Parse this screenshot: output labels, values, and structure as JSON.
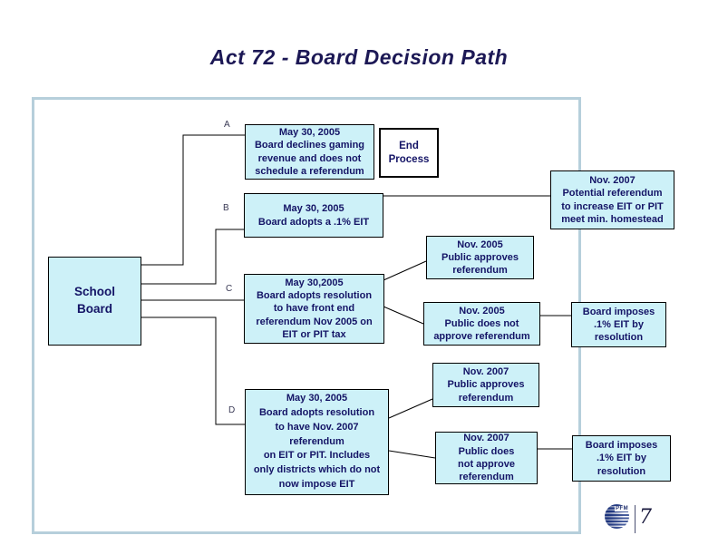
{
  "title": "Act 72 - Board Decision Path",
  "branch_labels": [
    "A",
    "B",
    "C",
    "D"
  ],
  "boxes": {
    "school_board": "School\nBoard",
    "a": "May 30, 2005\nBoard declines gaming\nrevenue and does not\nschedule a referendum",
    "end_process": "End\nProcess",
    "b": "May 30, 2005\nBoard adopts a .1% EIT",
    "nov2007_potential": "Nov. 2007\nPotential referendum\nto increase EIT or PIT\nmeet min. homestead",
    "c": "May 30,2005\nBoard adopts resolution\nto have front end\nreferendum Nov 2005 on\nEIT or PIT tax",
    "nov2005_approve": "Nov. 2005\nPublic approves\nreferendum",
    "nov2005_reject": "Nov. 2005\nPublic does not\napprove referendum",
    "board_imposes_top": "Board imposes\n.1% EIT by\nresolution",
    "d": "May 30, 2005\nBoard adopts resolution\nto have Nov. 2007\nreferendum\non EIT or PIT. Includes\nonly districts which do not\nnow impose EIT",
    "nov2007_approve": "Nov. 2007\nPublic approves\nreferendum",
    "nov2007_reject": "Nov. 2007\nPublic does\nnot approve\nreferendum",
    "board_imposes_bottom": "Board imposes\n.1% EIT by\nresolution"
  },
  "footer": {
    "logo_text": "PFM",
    "page_number": "7"
  },
  "colors": {
    "box_fill": "#cdf1f8",
    "box_border": "#000000",
    "text": "#141466",
    "frame_border": "#b6cfdb",
    "title": "#1c1855"
  }
}
